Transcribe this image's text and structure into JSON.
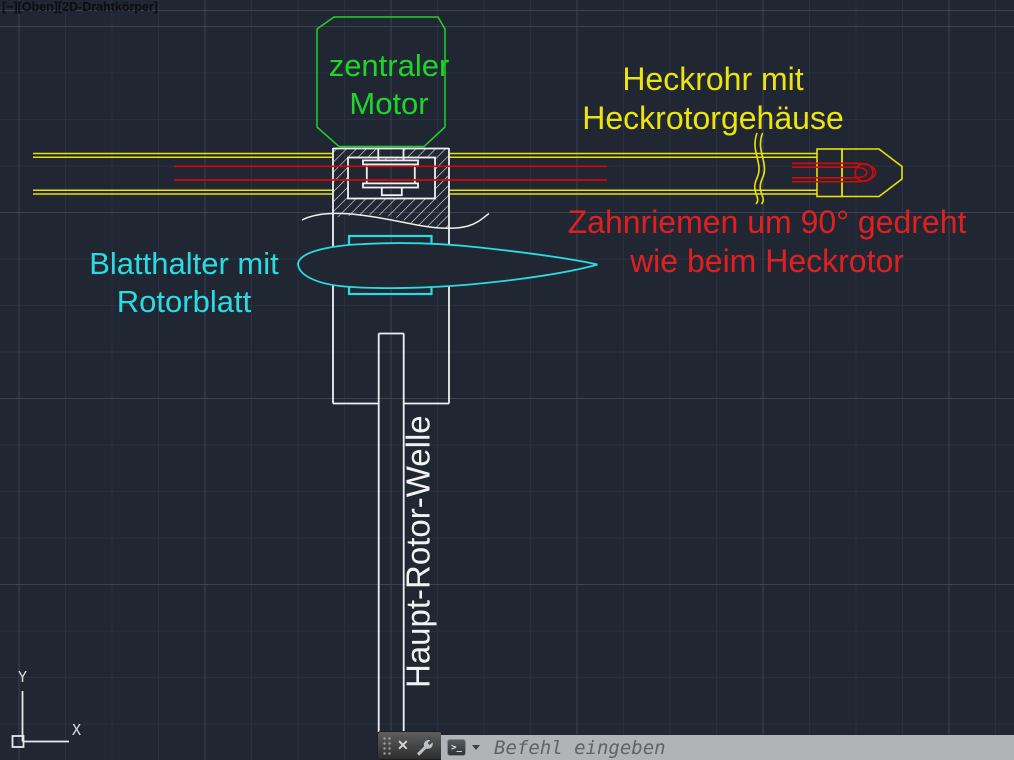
{
  "viewport_label": {
    "controls": [
      "[−]",
      "[Oben]",
      "[2D-Drahtkörper]"
    ]
  },
  "labels": {
    "motor": {
      "line1": "zentraler",
      "line2": "Motor",
      "color": "#1fd42a"
    },
    "tail": {
      "line1": "Heckrohr mit",
      "line2": "Heckrotorgehäuse",
      "color": "#ece40e"
    },
    "belt": {
      "line1": "Zahnriemen um 90° gedreht",
      "line2": "wie beim Heckrotor",
      "color": "#e02020"
    },
    "blade": {
      "line1": "Blatthalter mit",
      "line2": "Rotorblatt",
      "color": "#2adbe2"
    },
    "shaft": {
      "text": "Haupt-Rotor-Welle",
      "color": "#f2f2f2"
    }
  },
  "ucs": {
    "x_label": "X",
    "y_label": "Y"
  },
  "command_bar": {
    "close_label": "✕",
    "prompt_glyph": ">_",
    "placeholder": "Befehl eingeben"
  },
  "colors": {
    "background": "#212732",
    "grid_minor": "#293140",
    "grid_major": "#3a4254",
    "entity_green": "#1fd42a",
    "entity_yellow": "#e8e20c",
    "entity_red": "#d40808",
    "entity_cyan": "#2adbe2",
    "entity_white": "#f0f0f0"
  }
}
